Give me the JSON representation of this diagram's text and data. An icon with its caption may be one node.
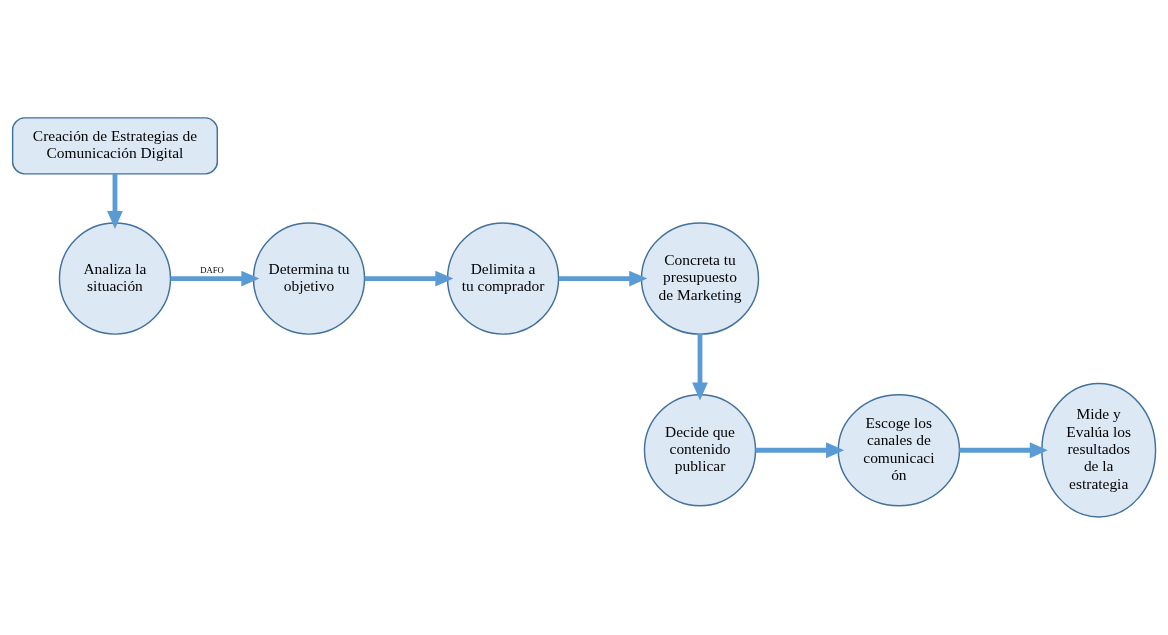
{
  "diagram": {
    "nodes": [
      {
        "text": [
          "Creación de Estrategias de Comunicación Digital"
        ]
      },
      {
        "text": [
          "Analiza la situación"
        ]
      },
      {
        "text": [
          "Determina tu objetivo"
        ]
      },
      {
        "text": [
          "Delimita a tu comprador"
        ]
      },
      {
        "text": [
          "Concreta tu presupuesto de Marketing"
        ]
      },
      {
        "text": [
          "Decide que contenido publicar"
        ]
      },
      {
        "text": [
          "Escoge los canales de comunicaci ón"
        ]
      },
      {
        "text": [
          "Mide y Evalúa los resultados de la estrategia"
        ]
      }
    ],
    "edges": [
      {
        "from": 0,
        "to": 1,
        "arrow": "to"
      },
      {
        "from": 1,
        "to": 2,
        "arrow": "to",
        "label": "DAFO"
      },
      {
        "from": 2,
        "to": 3,
        "arrow": "to"
      },
      {
        "from": 3,
        "to": 4,
        "arrow": "to"
      },
      {
        "from": 4,
        "to": 5,
        "arrow": "to"
      },
      {
        "from": 5,
        "to": 6,
        "arrow": "to"
      },
      {
        "from": 6,
        "to": 7,
        "arrow": "to"
      }
    ]
  }
}
